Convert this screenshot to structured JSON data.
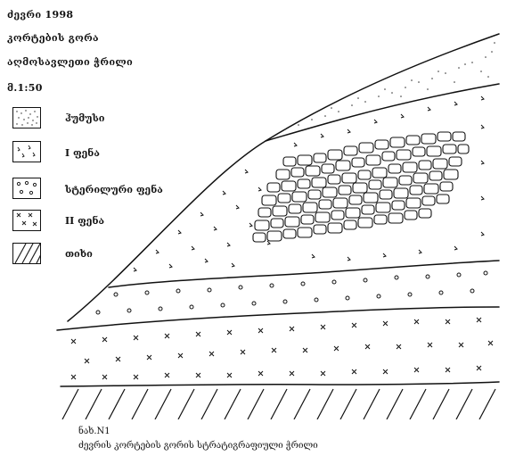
{
  "header": {
    "site": "ძევრი 1998",
    "hill": "კორტების გორა",
    "wall": "აღმოსავლეთი ჭრილი",
    "scale": "მ.1:50"
  },
  "legend": [
    {
      "key": "humus",
      "label": "ჰუმუსი"
    },
    {
      "key": "layer1",
      "label": "I ფენა"
    },
    {
      "key": "sterile",
      "label": "სტერილური ფენა"
    },
    {
      "key": "layer2",
      "label": "II ფენა"
    },
    {
      "key": "clay",
      "label": "თიხი"
    }
  ],
  "caption": {
    "number": "ნახ.N1",
    "text": "ძევრის კორტების გორის სტრატიგრაფიული ჭრილი"
  }
}
